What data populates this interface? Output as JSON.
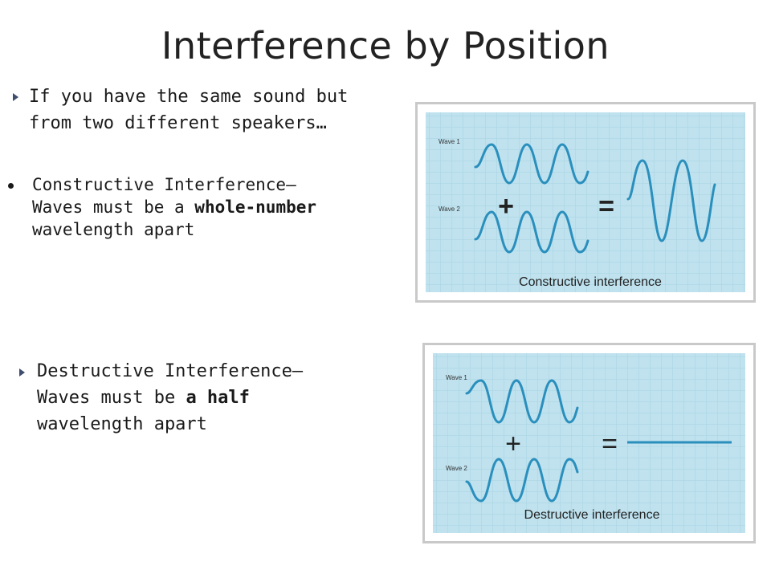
{
  "title": "Interference by Position",
  "bullet1": {
    "line1": "If you have the same sound but",
    "line2": "from two different speakers…"
  },
  "bullet2": {
    "line1": "Constructive Interference–",
    "line2_pre": "Waves must be a ",
    "line2_bold": "whole-number",
    "line3": "wavelength apart"
  },
  "bullet3": {
    "line1": "Destructive Interference–",
    "line2_pre": "Waves must be ",
    "line2_bold": "a half",
    "line3": "wavelength apart"
  },
  "diagram1": {
    "wave1_label": "Wave 1",
    "wave2_label": "Wave 2",
    "plus": "+",
    "equals": "=",
    "caption": "Constructive interference"
  },
  "diagram2": {
    "wave1_label": "Wave 1",
    "wave2_label": "Wave 2",
    "plus": "+",
    "equals": "=",
    "caption": "Destructive interference"
  },
  "colors": {
    "panel_bg": "#bfe2ee",
    "grid": "#a7d3e3",
    "wave": "#2a8fbd",
    "text": "#1a1a1a"
  }
}
